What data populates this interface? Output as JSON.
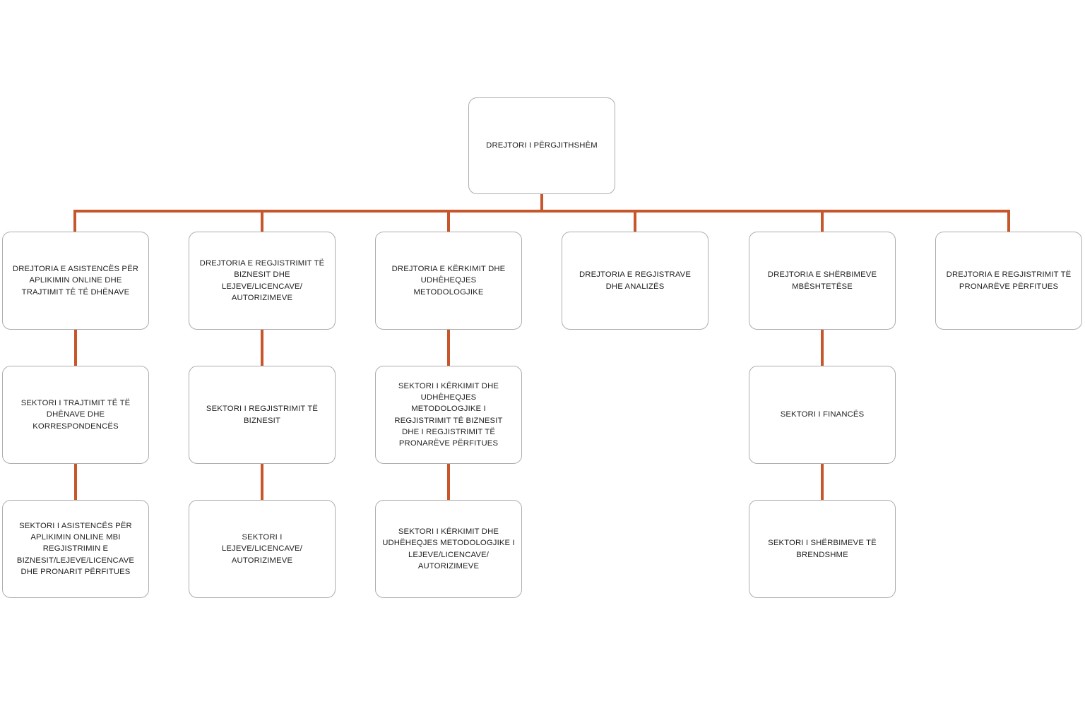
{
  "diagram": {
    "title_text": "DREJTORI I PËRGJITHSHËM",
    "accent_color": "#c8562b",
    "box_border_color": "#adadad",
    "background_color": "#ffffff",
    "text_color": "#1f1f1f",
    "root": {
      "label": "DREJTORI I PËRGJITHSHËM"
    },
    "branches": [
      {
        "level1": "DREJTORIA E ASISTENCËS PËR\nAPLIKIMIN ONLINE DHE\nTRAJTIMIT TË TË DHËNAVE",
        "level2": "SEKTORI I TRAJTIMIT TË TË\nDHËNAVE DHE\nKORRESPONDENCËS",
        "level3": "SEKTORI I ASISTENCËS PËR\nAPLIKIMIN ONLINE MBI\nREGJISTRIMIN E\nBIZNESIT/LEJEVE/LICENCAVE\nDHE PRONARIT PËRFITUES"
      },
      {
        "level1": "DREJTORIA E REGJISTRIMIT TË\nBIZNESIT DHE\nLEJEVE/LICENCAVE/\nAUTORIZIMEVE",
        "level2": "SEKTORI I REGJISTRIMIT TË\nBIZNESIT",
        "level3": "SEKTORI I\nLEJEVE/LICENCAVE/\nAUTORIZIMEVE"
      },
      {
        "level1": "DREJTORIA E KËRKIMIT DHE\nUDHËHEQJES\nMETODOLOGJIKE",
        "level2": "SEKTORI I KËRKIMIT DHE\nUDHËHEQJES\nMETODOLOGJIKE I\nREGJISTRIMIT TË BIZNESIT\nDHE I REGJISTRIMIT TË\nPRONARËVE PËRFITUES",
        "level3": "SEKTORI I KËRKIMIT DHE\nUDHËHEQJES METODOLOGJIKE I\nLEJEVE/LICENCAVE/\nAUTORIZIMEVE"
      },
      {
        "level1": "DREJTORIA E REGJISTRAVE\nDHE ANALIZËS",
        "level2": null,
        "level3": null
      },
      {
        "level1": "DREJTORIA E SHËRBIMEVE\nMBËSHTETËSE",
        "level2": "SEKTORI I FINANCËS",
        "level3": "SEKTORI I SHËRBIMEVE TË\nBRENDSHME"
      },
      {
        "level1": "DREJTORIA E REGJISTRIMIT TË\nPRONARËVE PËRFITUES",
        "level2": null,
        "level3": null
      }
    ]
  }
}
